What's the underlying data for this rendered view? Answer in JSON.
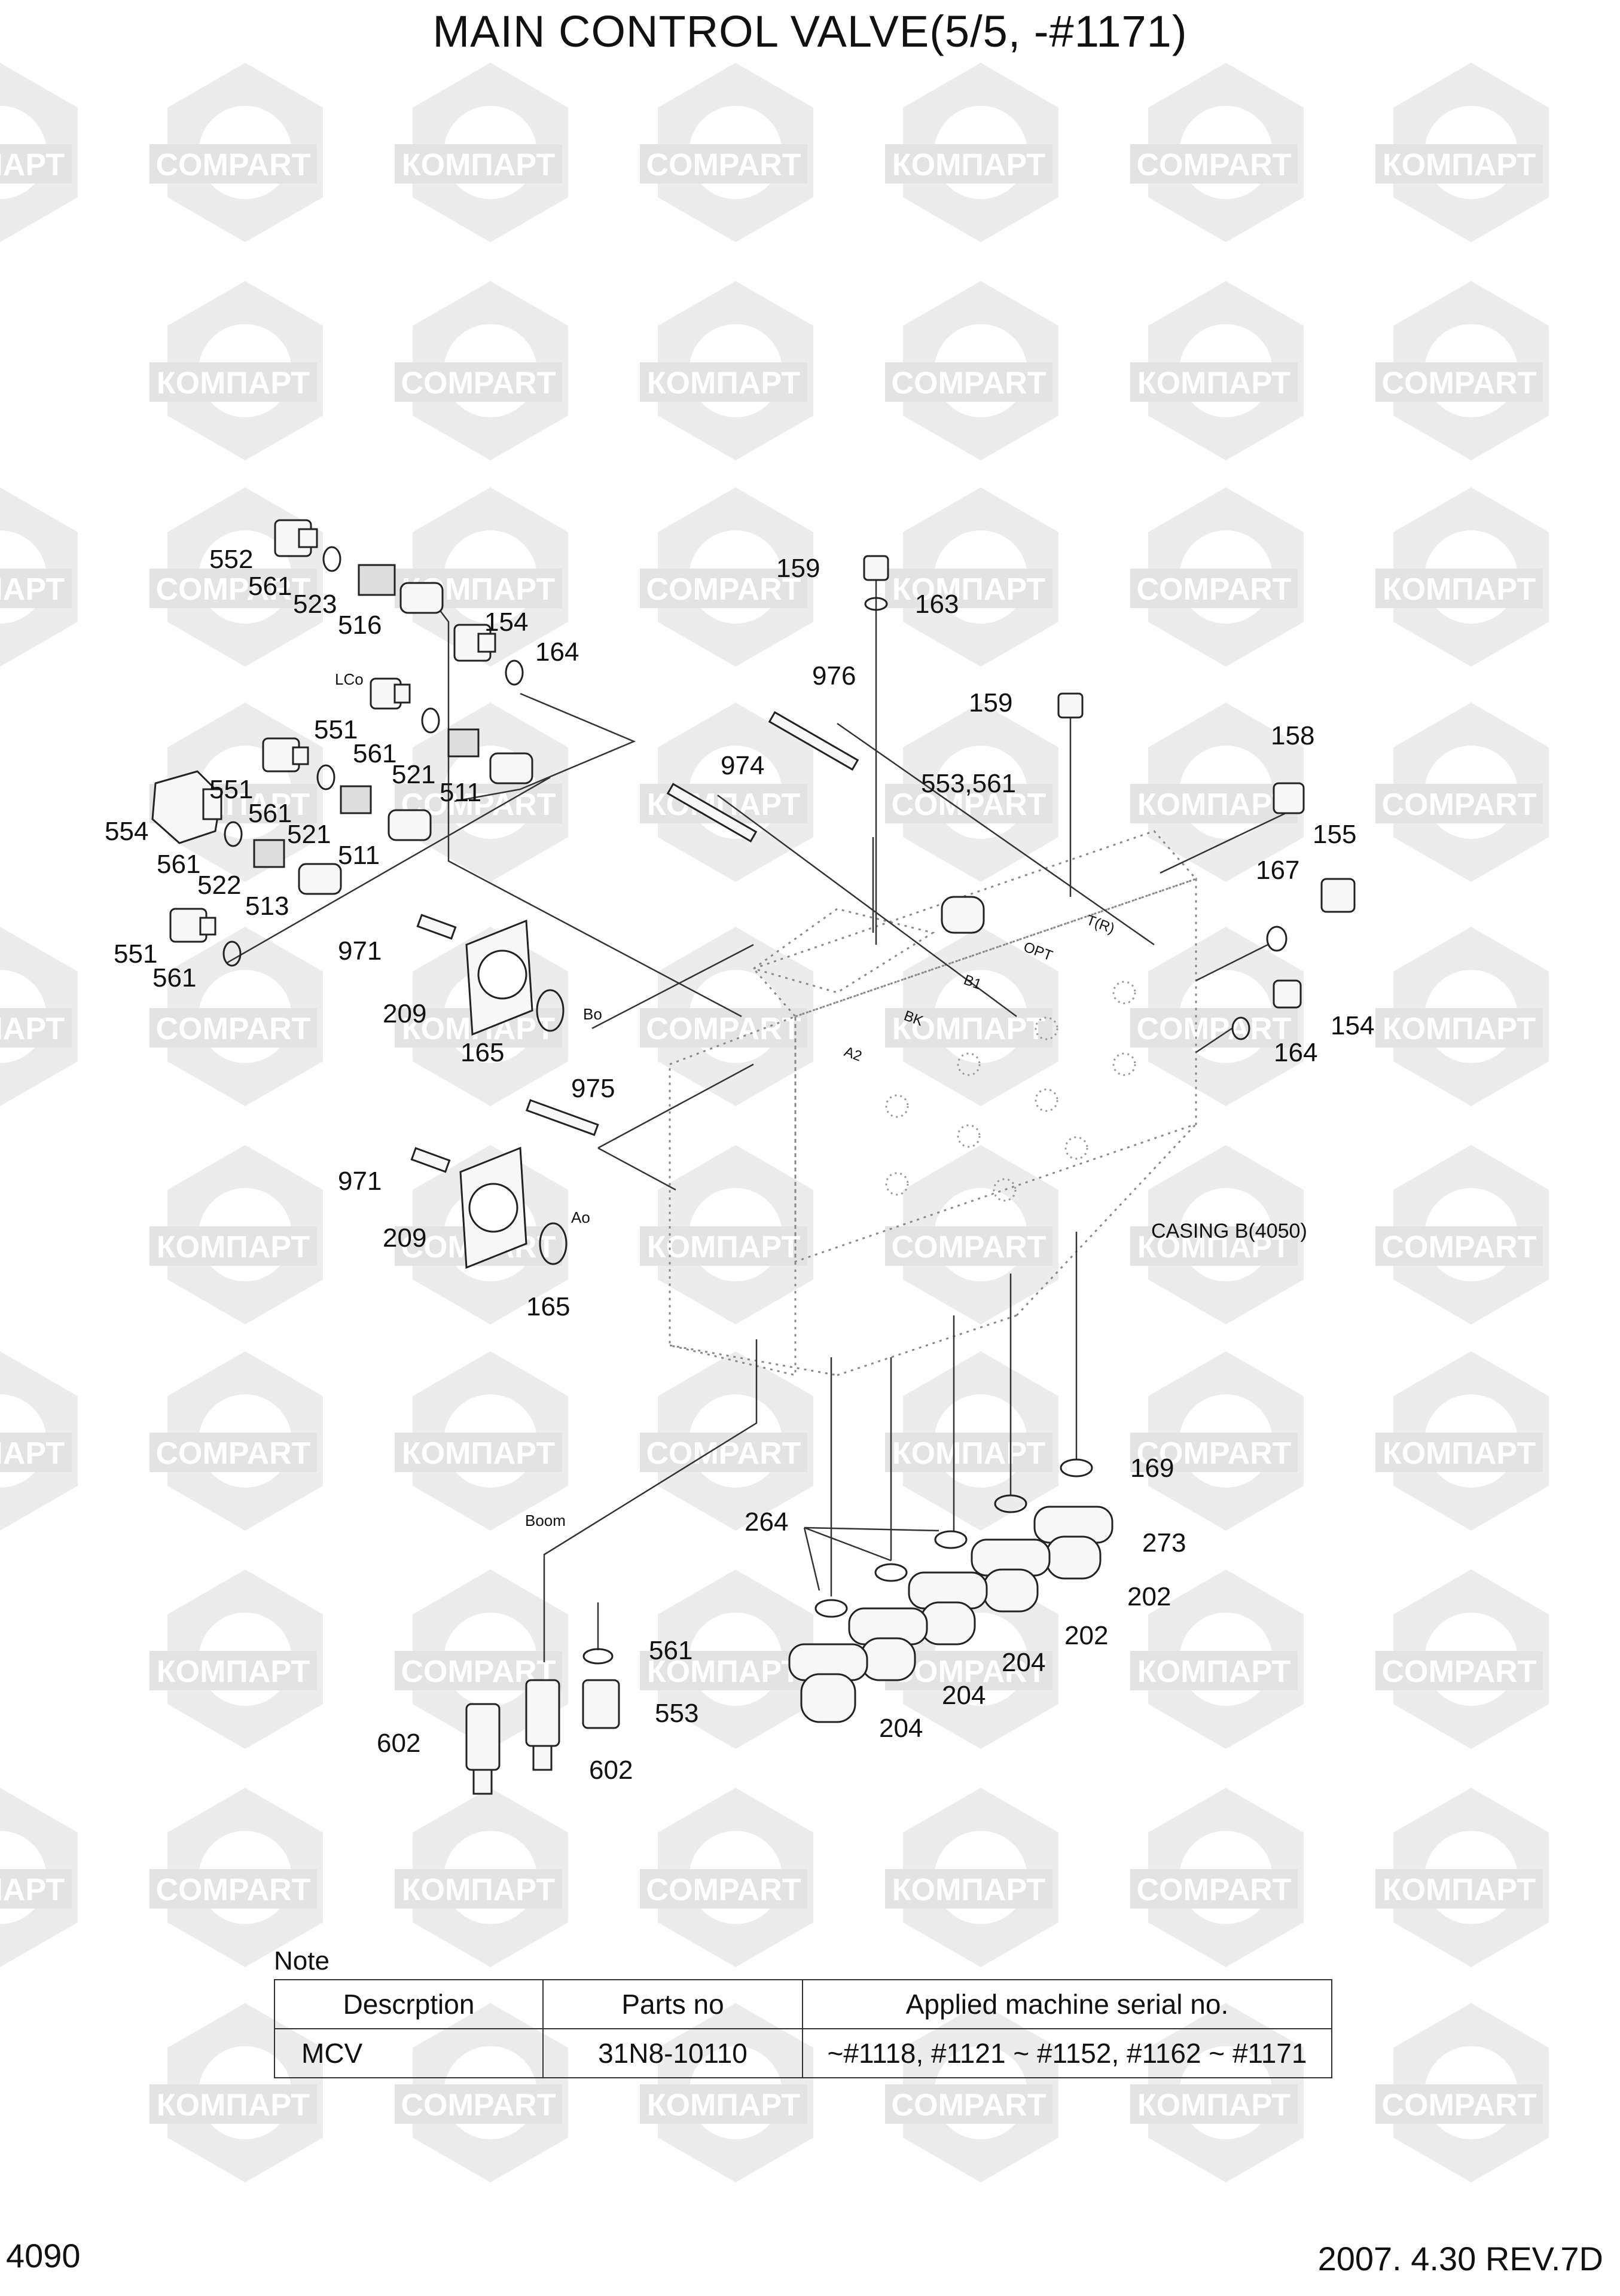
{
  "title": "MAIN CONTROL VALVE(5/5, -#1171)",
  "page_number": "4090",
  "revision": "2007. 4.30  REV.7D",
  "watermark": {
    "text_left": "КОМПАРТ",
    "text_right": "COMPART"
  },
  "note": {
    "label": "Note",
    "headers": [
      "Descrption",
      "Parts no",
      "Applied machine serial no."
    ],
    "rows": [
      [
        "MCV",
        "31N8-10110",
        "~#1118, #1121 ~ #1152, #1162 ~ #1171"
      ]
    ]
  },
  "callouts": {
    "p552": "552",
    "p561a": "561",
    "p523": "523",
    "p516": "516",
    "p154a": "154",
    "p164a": "164",
    "lco": "LCo",
    "p551a": "551",
    "p561b": "561",
    "p521a": "521",
    "p511a": "511",
    "p554": "554",
    "p551b": "551",
    "p561c": "561",
    "p521b": "521",
    "p511b": "511",
    "p561d": "561",
    "p522": "522",
    "p513": "513",
    "p551c": "551",
    "p561e": "561",
    "p971a": "971",
    "p209a": "209",
    "p165a": "165",
    "bo": "Bo",
    "p975": "975",
    "p971b": "971",
    "p209b": "209",
    "ao": "Ao",
    "p165b": "165",
    "p159a": "159",
    "p163": "163",
    "p976": "976",
    "p159b": "159",
    "p974": "974",
    "p553_561": "553,561",
    "p158": "158",
    "p155": "155",
    "p167": "167",
    "p154b": "154",
    "p164b": "164",
    "casing": "CASING B(4050)",
    "port_tr": "T(R)",
    "port_opt": "OPT",
    "port_b1": "B1",
    "port_bk": "BK",
    "port_a2": "A2",
    "p169": "169",
    "p264": "264",
    "p273": "273",
    "p202a": "202",
    "p202b": "202",
    "p204a": "204",
    "p204b": "204",
    "p204c": "204",
    "boom": "Boom",
    "p561f": "561",
    "p553": "553",
    "p602a": "602",
    "p602b": "602"
  }
}
